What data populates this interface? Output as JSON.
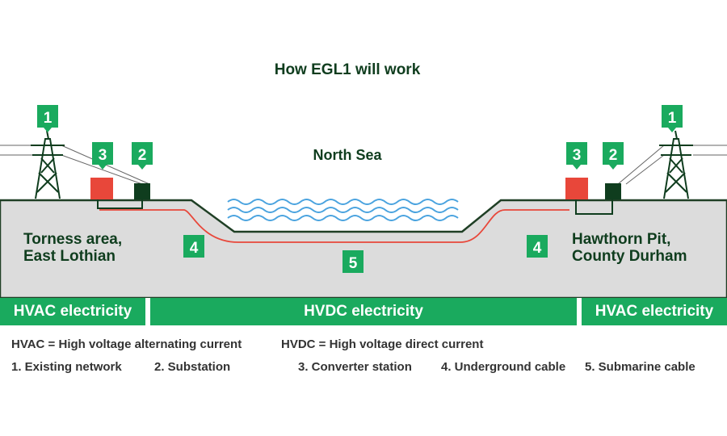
{
  "title": "How EGL1 will work",
  "sea_label": "North Sea",
  "left_site": {
    "line1": "Torness area,",
    "line2": "East Lothian"
  },
  "right_site": {
    "line1": "Hawthorn Pit,",
    "line2": "County Durham"
  },
  "badges": {
    "existing_network": "1",
    "substation": "2",
    "converter_station": "3",
    "underground_cable": "4",
    "submarine_cable": "5"
  },
  "bands": {
    "left": "HVAC electricity",
    "middle": "HVDC electricity",
    "right": "HVAC electricity"
  },
  "legend": {
    "hvac": "HVAC = High voltage alternating current",
    "hvdc": "HVDC = High voltage direct current",
    "items": [
      "1. Existing network",
      "2. Substation",
      "3. Converter station",
      "4. Underground cable",
      "5. Submarine cable"
    ]
  },
  "colors": {
    "green": "#1aaa5e",
    "dark_green": "#0f3d1e",
    "converter_red": "#e8473a",
    "cable_red": "#e8473a",
    "ground_grey": "#dcdcdc",
    "water_blue": "#4aa3df"
  }
}
